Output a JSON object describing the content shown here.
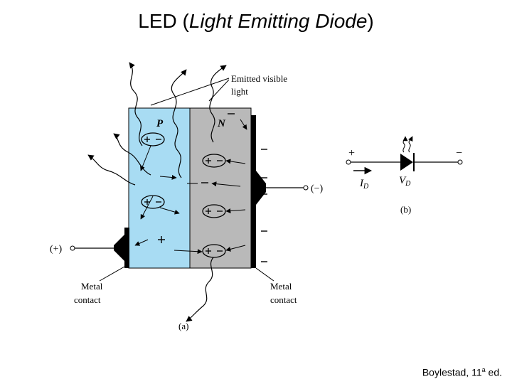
{
  "title": {
    "main": "LED (",
    "italic": "Light Emitting Diode",
    "close": ")"
  },
  "labels": {
    "emitted_line1": "Emitted visible",
    "emitted_line2": "light",
    "p_region": "P",
    "n_region": "N",
    "plus_terminal": "(+)",
    "minus_terminal": "(−)",
    "metal_left_line1": "Metal",
    "metal_left_line2": "contact",
    "metal_right_line1": "Metal",
    "metal_right_line2": "contact",
    "caption_a": "(a)",
    "caption_b": "(b)",
    "symbol_plus": "+",
    "symbol_minus": "−",
    "current_i": "I",
    "current_sub": "D",
    "voltage_v": "V",
    "voltage_sub": "D"
  },
  "credit": {
    "text": "Boylestad, 11",
    "sup": "a",
    "suffix": " ed."
  },
  "colors": {
    "p_region": "#a8dcf3",
    "n_region": "#b9b9b9",
    "ink": "#000000"
  }
}
